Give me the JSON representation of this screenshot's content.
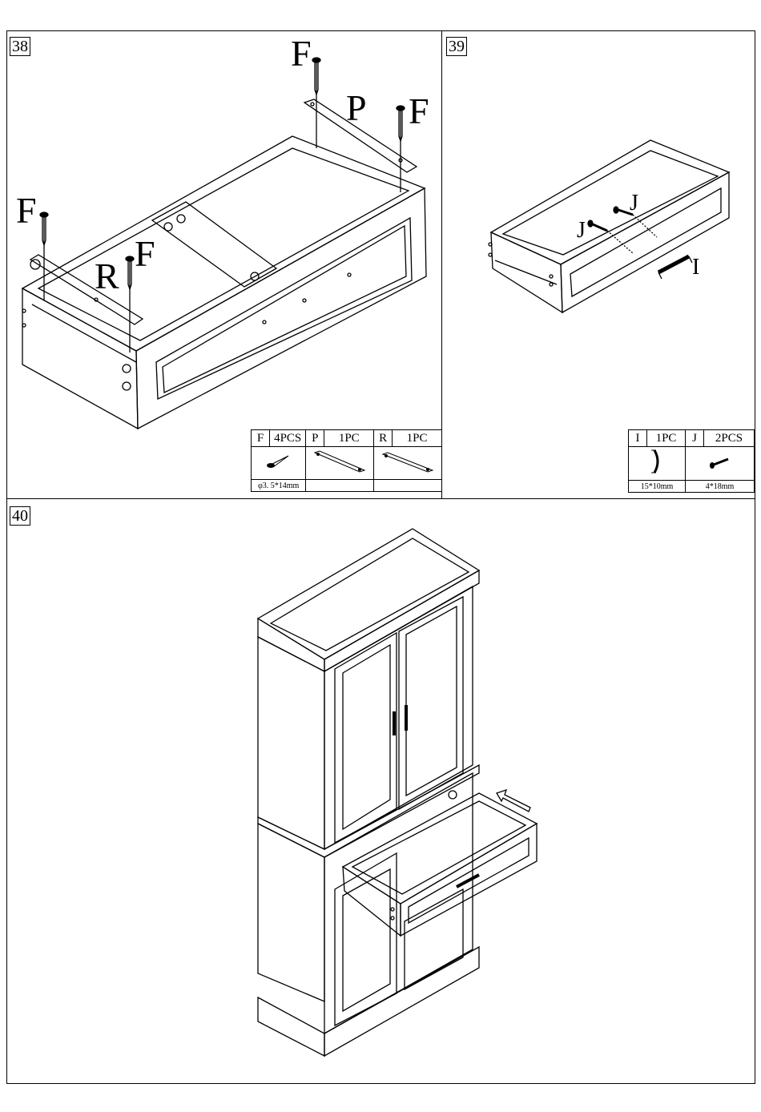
{
  "steps": {
    "s38": "38",
    "s39": "39",
    "s40": "40"
  },
  "step38": {
    "labels": {
      "f1": "F",
      "f2": "F",
      "f3": "F",
      "f4": "F",
      "p": "P",
      "r": "R"
    },
    "parts": [
      {
        "key": "F",
        "qty": "4PCS",
        "icon": "screw-icon",
        "dim": "φ3. 5*14mm"
      },
      {
        "key": "P",
        "qty": "1PC",
        "icon": "rail-icon",
        "dim": ""
      },
      {
        "key": "R",
        "qty": "1PC",
        "icon": "rail-icon",
        "dim": ""
      }
    ]
  },
  "step39": {
    "labels": {
      "j1": "J",
      "j2": "J",
      "i": "I"
    },
    "parts": [
      {
        "key": "I",
        "qty": "1PC",
        "icon": "handle-icon",
        "dim": "15*10mm"
      },
      {
        "key": "J",
        "qty": "2PCS",
        "icon": "bolt-icon",
        "dim": "4*18mm"
      }
    ]
  }
}
